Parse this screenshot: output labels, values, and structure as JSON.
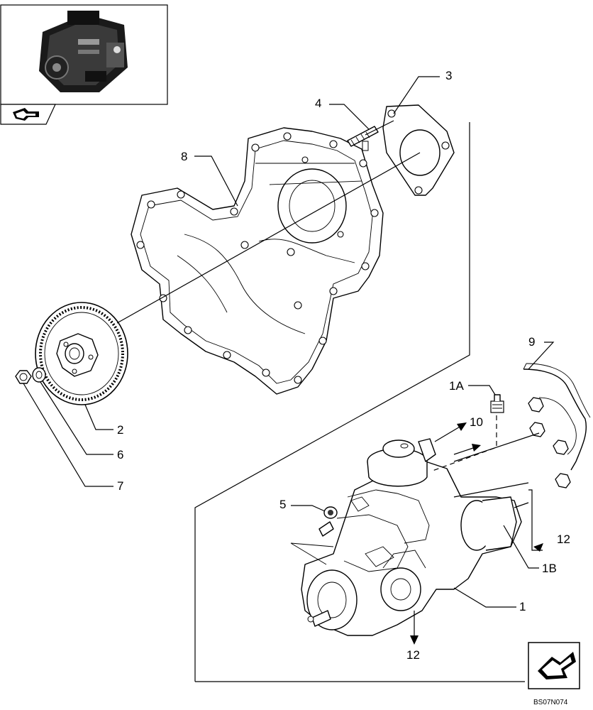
{
  "drawing_code": "BS07N074",
  "callouts": {
    "c1": "1",
    "c1A": "1A",
    "c1B": "1B",
    "c2": "2",
    "c3": "3",
    "c4": "4",
    "c5": "5",
    "c6": "6",
    "c7": "7",
    "c8": "8",
    "c9": "9",
    "c10": "10",
    "c12a": "12",
    "c12b": "12"
  },
  "icons": {
    "engine_thumbnail": "engine-thumbnail-icon",
    "reference_arrow": "reference-arrow-icon",
    "navigation_arrow": "navigation-arrow-icon"
  },
  "colors": {
    "line": "#000000",
    "background": "#ffffff"
  }
}
